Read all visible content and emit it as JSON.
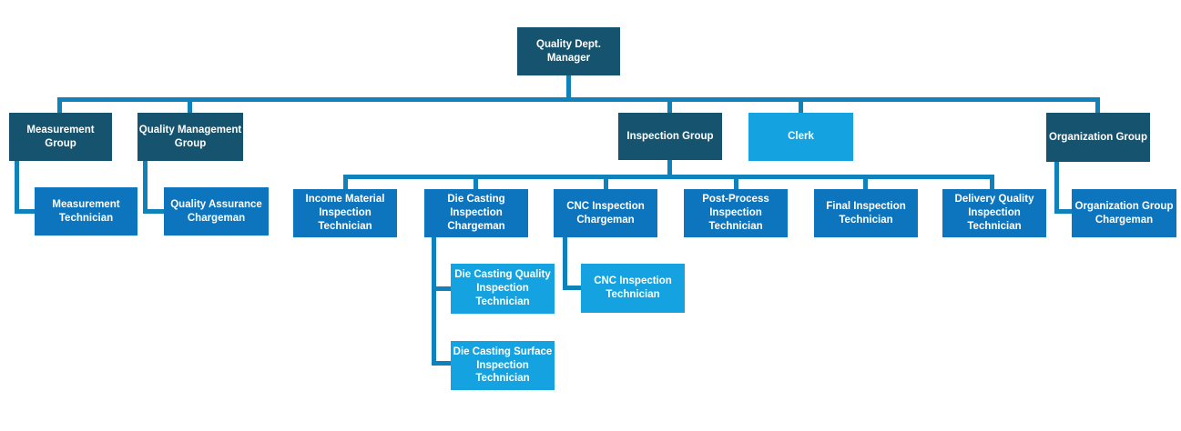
{
  "palette": {
    "dark_box": "#15536E",
    "medium_box": "#0D75BE",
    "light_box": "#14A3E0",
    "connector": "#0F81BB",
    "box_text": "#FFFFFF",
    "canvas": "#FFFFFF"
  },
  "org": {
    "label": "Quality Dept. Manager",
    "children": [
      {
        "label": "Measurement Group",
        "children": [
          {
            "label": "Measurement Technician"
          }
        ]
      },
      {
        "label": "Quality Management Group",
        "children": [
          {
            "label": "Quality Assurance Chargeman"
          }
        ]
      },
      {
        "label": "Inspection Group",
        "children": [
          {
            "label": "Income Material Inspection Technician"
          },
          {
            "label": "Die Casting Inspection Chargeman",
            "children": [
              {
                "label": "Die Casting Quality Inspection Technician"
              },
              {
                "label": "Die Casting Surface Inspection Technician"
              }
            ]
          },
          {
            "label": "CNC Inspection Chargeman",
            "children": [
              {
                "label": "CNC Inspection Technician"
              }
            ]
          },
          {
            "label": "Post-Process Inspection Technician"
          },
          {
            "label": "Final Inspection Technician"
          },
          {
            "label": "Delivery Quality Inspection Technician"
          }
        ]
      },
      {
        "label": "Clerk"
      },
      {
        "label": "Organization Group",
        "children": [
          {
            "label": "Organization Group Chargeman"
          }
        ]
      }
    ]
  }
}
